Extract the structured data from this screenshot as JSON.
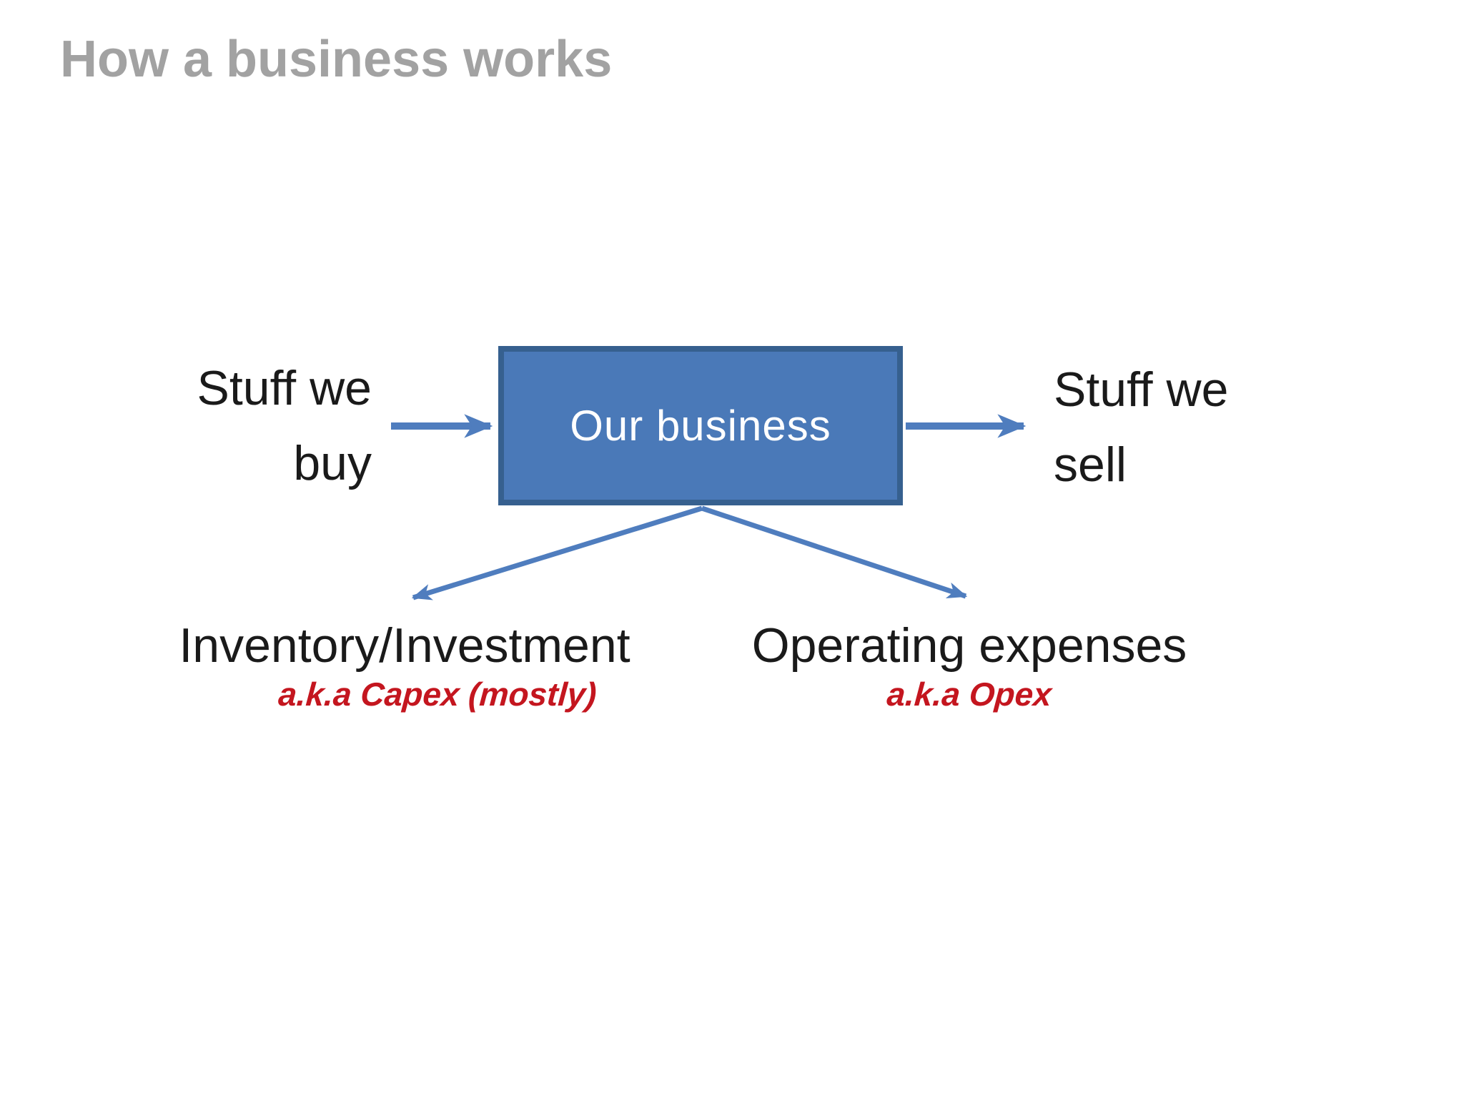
{
  "slide": {
    "title": "How a business works",
    "box": {
      "label": "Our business"
    },
    "input_label": {
      "line1": "Stuff we",
      "line2": "buy"
    },
    "output_label": {
      "line1": "Stuff we",
      "line2": "sell"
    },
    "bottom_left": {
      "label": "Inventory/Investment",
      "annotation": "a.k.a Capex (mostly)"
    },
    "bottom_right": {
      "label": "Operating expenses",
      "annotation": "a.k.a Opex"
    },
    "colors": {
      "title_gray": "#a2a2a2",
      "text_black": "#1a1a1a",
      "box_fill": "#4a79b8",
      "box_border": "#36608f",
      "arrow": "#4f7dbe",
      "annotation_red": "#c4161f"
    }
  }
}
